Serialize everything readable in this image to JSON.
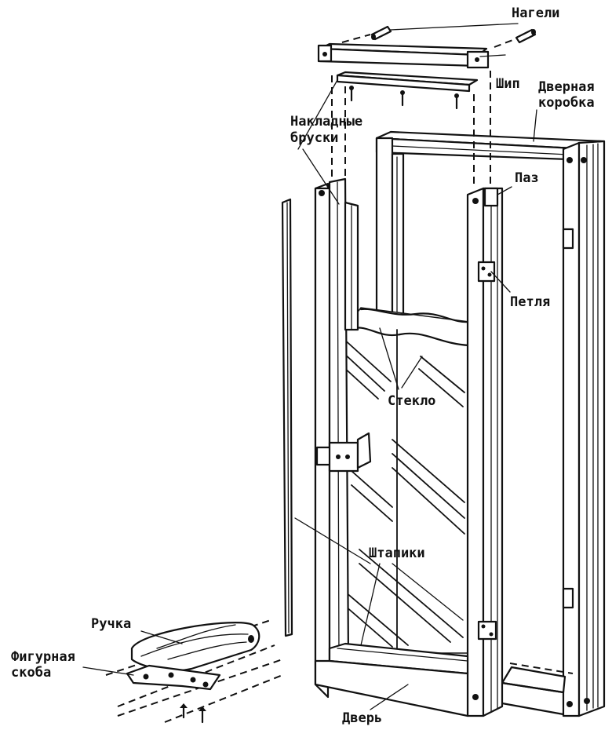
{
  "labels": {
    "nageli": "Нагели",
    "ship": "Шип",
    "dvernaya": "Дверная",
    "korobka": "коробка",
    "nakladnye": "Накладные",
    "bruski": "бруски",
    "paz": "Паз",
    "petlya": "Петля",
    "steklo": "Стекло",
    "shtapiki": "Штапики",
    "ruchka": "Ручка",
    "figurnaya": "Фигурная",
    "skoba": "скоба",
    "dver": "Дверь"
  }
}
